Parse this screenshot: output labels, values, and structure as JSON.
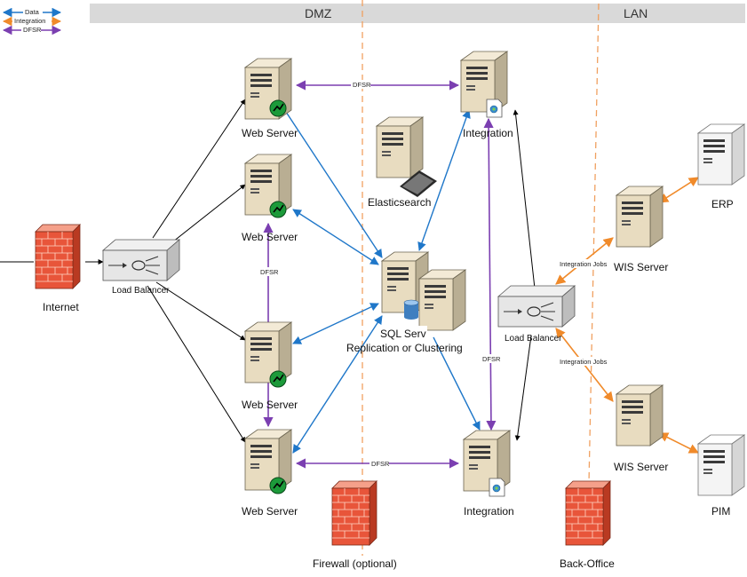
{
  "legend": {
    "data": "Data",
    "integration": "Integration",
    "dfsr": "DFSR"
  },
  "zones": {
    "dmz": "DMZ",
    "lan": "LAN"
  },
  "labels": {
    "internet": "Internet",
    "load_balancer_front": "Load Balancer",
    "web_server_1": "Web Server",
    "web_server_2": "Web Server",
    "web_server_3": "Web Server",
    "web_server_4": "Web Server",
    "integration_top": "Integration",
    "integration_bottom": "Integration",
    "elasticsearch": "Elasticsearch",
    "sql_line1": "SQL Serv",
    "sql_line2": "Replication or Clustering",
    "load_balancer_back": "Load Balancer",
    "wis_server_1": "WIS Server",
    "wis_server_2": "WIS Server",
    "erp": "ERP",
    "pim": "PIM",
    "firewall": "Firewall (optional)",
    "back_office": "Back-Office"
  },
  "edge_labels": {
    "dfsr_top": "DFSR",
    "dfsr_left": "DFSR",
    "dfsr_bottom": "DFSR",
    "dfsr_right": "DFSR",
    "integration_jobs_1": "Integration Jobs",
    "integration_jobs_2": "Integration Jobs"
  },
  "colors": {
    "data": "#1f77c9",
    "integration": "#f08a2a",
    "dfsr": "#7b3fb1",
    "plain": "#000000",
    "zone_band": "#d9d9d9",
    "zone_divider": "#f0a060",
    "server_tan": "#e8dcc0",
    "server_white": "#f4f4f4",
    "firewall": "#e8553a"
  },
  "icons": {
    "server": "server-tower-icon",
    "firewall": "brick-wall-icon",
    "load_balancer": "load-balancer-icon",
    "database": "database-icon",
    "keyboard": "keyboard-icon"
  }
}
